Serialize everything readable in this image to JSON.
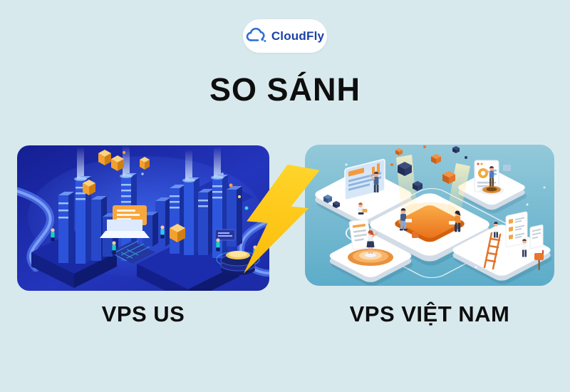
{
  "logo": {
    "text": "CloudFly",
    "icon": "cloud-icon"
  },
  "title": {
    "text": "SO SÁNH"
  },
  "comparison": {
    "left": {
      "caption": "VPS US",
      "illustration": "isometric-blue-server-city"
    },
    "right": {
      "caption": "VPS VIỆT NAM",
      "illustration": "isometric-teal-teamwork-platforms"
    },
    "divider_icon": "lightning-bolt-icon"
  },
  "colors": {
    "page_bg": "#D8E9ED",
    "title_color": "#0E0E0E",
    "caption_color": "#0E0E0E",
    "logo_text_color": "#1A41A8",
    "logo_icon_color": "#2D6FD8",
    "logo_pill_color": "#FFFFFF",
    "bolt_color": "#FFC61A",
    "left_illustration_bg": "#1C2BA2",
    "right_illustration_bg": "#6FB6CD"
  }
}
